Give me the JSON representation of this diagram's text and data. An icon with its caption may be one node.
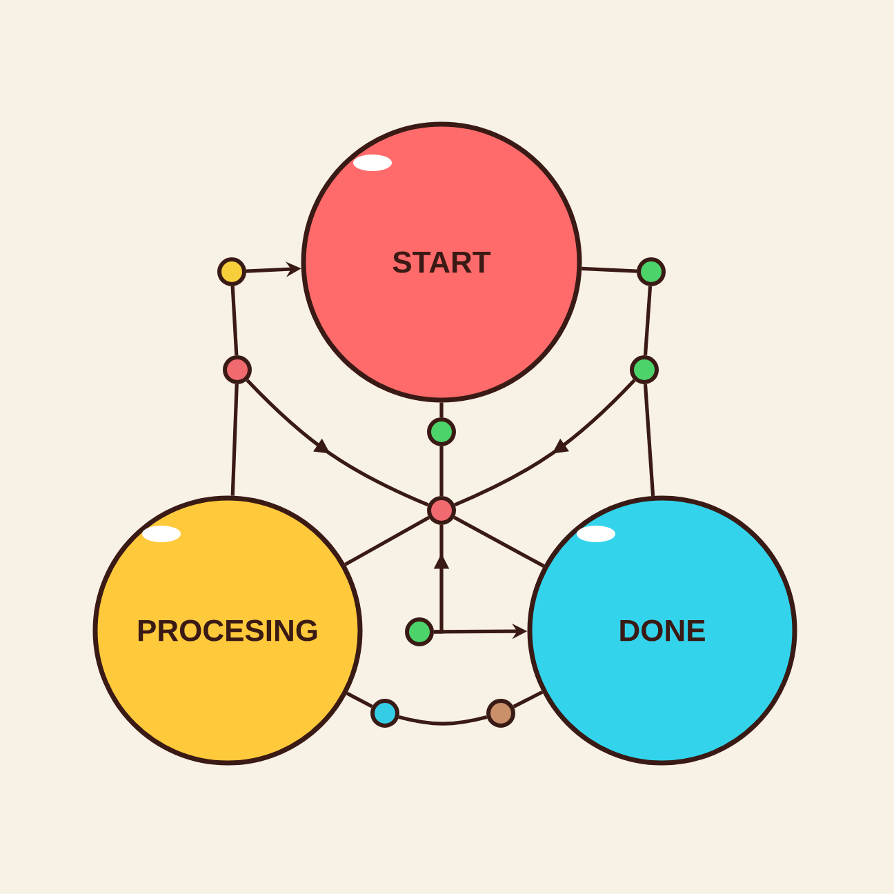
{
  "diagram": {
    "nodes": [
      {
        "text": [
          "START"
        ]
      },
      {
        "text": [
          "PROCESING"
        ]
      },
      {
        "text": [
          "DONE"
        ]
      },
      {
        "text": [],
        "shape": "circle"
      },
      {
        "text": [],
        "shape": "circle"
      },
      {
        "text": [],
        "shape": "circle"
      },
      {
        "text": [],
        "shape": "circle"
      },
      {
        "text": [],
        "shape": "circle"
      },
      {
        "text": [],
        "shape": "circle"
      },
      {
        "text": [],
        "shape": "circle"
      },
      {
        "text": [],
        "shape": "circle"
      },
      {
        "text": [],
        "shape": "circle"
      }
    ],
    "edges": [
      {
        "from": 3,
        "to": 0,
        "arrow": "to"
      },
      {
        "from": 0,
        "to": 4,
        "arrow": "none"
      },
      {
        "from": 3,
        "to": 5,
        "arrow": "none"
      },
      {
        "from": 5,
        "to": 1,
        "arrow": "none"
      },
      {
        "from": 4,
        "to": 6,
        "arrow": "none"
      },
      {
        "from": 6,
        "to": 2,
        "arrow": "none"
      },
      {
        "from": 5,
        "to": 8,
        "arrow": "to"
      },
      {
        "from": 6,
        "to": 8,
        "arrow": "to"
      },
      {
        "from": 0,
        "to": 7,
        "arrow": "none"
      },
      {
        "from": 7,
        "to": 8,
        "arrow": "none"
      },
      {
        "from": 8,
        "to": 1,
        "arrow": "none"
      },
      {
        "from": 8,
        "to": 2,
        "arrow": "none"
      },
      {
        "from": 9,
        "to": 8,
        "arrow": "to"
      },
      {
        "from": 9,
        "to": 2,
        "arrow": "to"
      },
      {
        "from": 1,
        "to": 10,
        "arrow": "none"
      },
      {
        "from": 10,
        "to": 11,
        "arrow": "none"
      },
      {
        "from": 11,
        "to": 2,
        "arrow": "none"
      }
    ]
  }
}
